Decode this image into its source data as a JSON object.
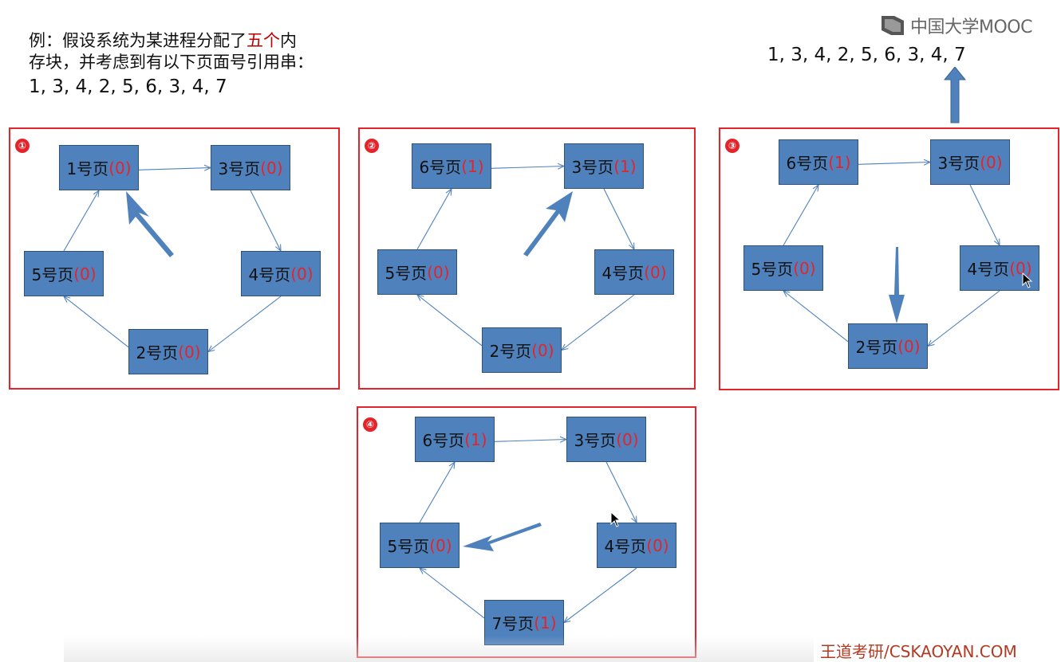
{
  "problem": {
    "line1_before": "例：假设系统为某进程分配了",
    "line1_highlight": "五个",
    "line1_after": "内",
    "line2": "存块，并考虑到有以下页面号引用串：",
    "refs": "1, 3, 4, 2, 5, 6, 3, 4, 7"
  },
  "logo": {
    "text": "中国大学MOOC"
  },
  "top_ref": "1, 3, 4, 2, 5, 6, 3, 4, 7",
  "colors": {
    "node_fill": "#4f81bd",
    "panel_border": "#e3242b",
    "flag": "#e3242b",
    "edge": "#4f81bd"
  },
  "panels": [
    {
      "number": "①",
      "nodes": [
        {
          "page": "1号页",
          "flag": "(0)"
        },
        {
          "page": "3号页",
          "flag": "(0)"
        },
        {
          "page": "4号页",
          "flag": "(0)"
        },
        {
          "page": "2号页",
          "flag": "(0)"
        },
        {
          "page": "5号页",
          "flag": "(0)"
        }
      ],
      "pointer_at": "1号页"
    },
    {
      "number": "②",
      "nodes": [
        {
          "page": "6号页",
          "flag": "(1)"
        },
        {
          "page": "3号页",
          "flag": "(1)"
        },
        {
          "page": "4号页",
          "flag": "(0)"
        },
        {
          "page": "2号页",
          "flag": "(0)"
        },
        {
          "page": "5号页",
          "flag": "(0)"
        }
      ],
      "pointer_at": "3号页"
    },
    {
      "number": "③",
      "nodes": [
        {
          "page": "6号页",
          "flag": "(1)"
        },
        {
          "page": "3号页",
          "flag": "(0)"
        },
        {
          "page": "4号页",
          "flag": "(0)"
        },
        {
          "page": "2号页",
          "flag": "(0)"
        },
        {
          "page": "5号页",
          "flag": "(0)"
        }
      ],
      "pointer_at": "2号页"
    },
    {
      "number": "④",
      "nodes": [
        {
          "page": "6号页",
          "flag": "(1)"
        },
        {
          "page": "3号页",
          "flag": "(0)"
        },
        {
          "page": "4号页",
          "flag": "(0)"
        },
        {
          "page": "7号页",
          "flag": "(1)"
        },
        {
          "page": "5号页",
          "flag": "(0)"
        }
      ],
      "pointer_at": "5号页"
    }
  ],
  "footer": "王道考研/CSKAOYAN.COM"
}
